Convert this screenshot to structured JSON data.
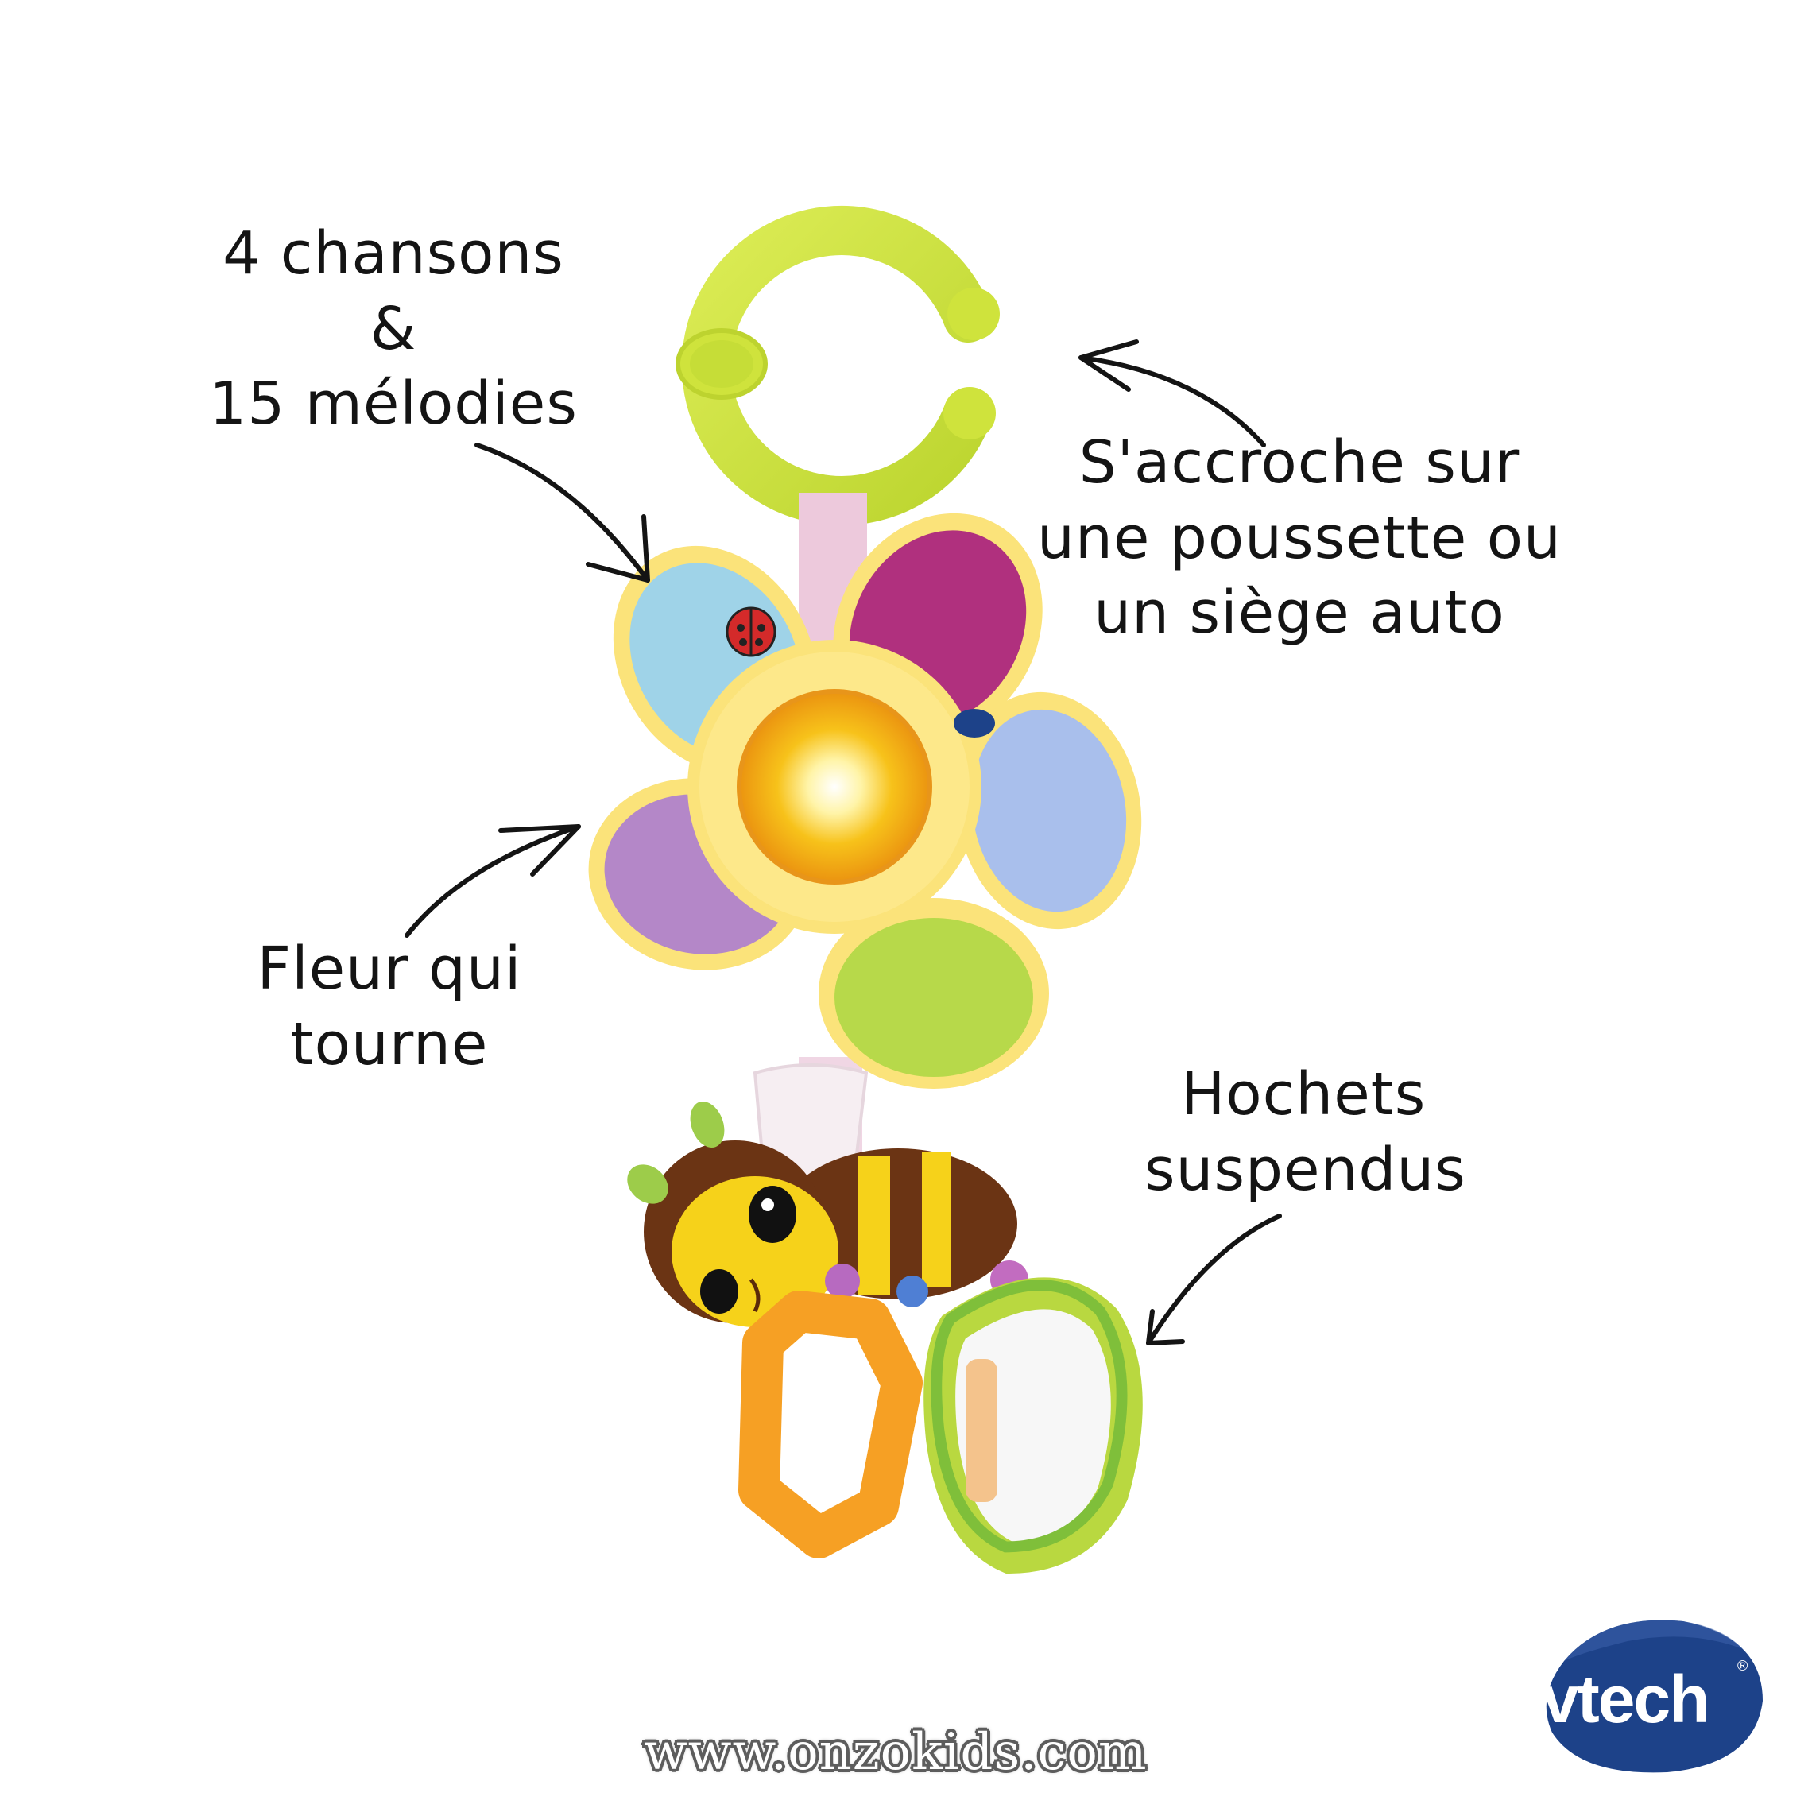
{
  "callouts": {
    "songs": {
      "lines": [
        "4 chansons",
        "&",
        "15 mélodies"
      ]
    },
    "attach": {
      "lines": [
        "S'accroche sur",
        "une poussette ou",
        "un siège auto"
      ]
    },
    "flower": {
      "lines": [
        "Fleur qui",
        "tourne"
      ]
    },
    "rattles": {
      "lines": [
        "Hochets",
        "suspendus"
      ]
    }
  },
  "product": {
    "parts": [
      "green-c-clip",
      "pink-strap",
      "spinning-flower",
      "light-up-center",
      "plush-bee",
      "orange-hexagon-rattle",
      "green-mirror-ring"
    ],
    "colors": {
      "clip": "#cfe33c",
      "flower_frame": "#fbe37a",
      "center_glow": "#f5b800",
      "petal_blue": "#9fd3e8",
      "petal_magenta": "#b0307e",
      "petal_periwinkle": "#a9bfec",
      "petal_lavender": "#b487c8",
      "petal_lime": "#b7d94a",
      "bee_yellow": "#f6d21a",
      "bee_brown": "#6b3414",
      "rattle_orange": "#f6a024",
      "mirror_green": "#a6cf3a"
    }
  },
  "brand": {
    "logo_text": "vtech",
    "registered": "®",
    "logo_color": "#1d4289"
  },
  "watermark": {
    "text": "www.onzokids.com"
  }
}
